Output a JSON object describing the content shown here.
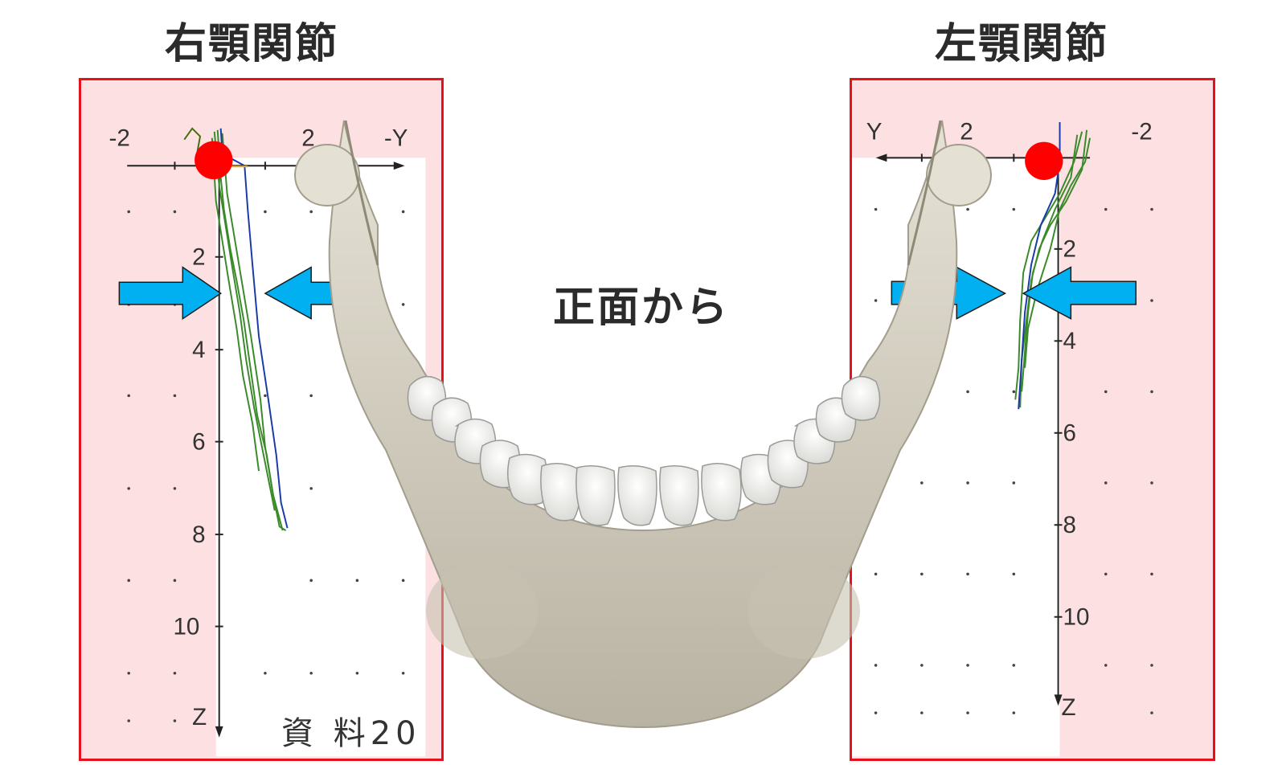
{
  "titles": {
    "right_joint": "右顎関節",
    "left_joint": "左顎関節"
  },
  "center_label": "正面から",
  "source_label": "資 料20",
  "right_panel": {
    "x_ticks": [
      "-2",
      "2",
      "-Y"
    ],
    "z_ticks": [
      "2",
      "4",
      "6",
      "8",
      "10",
      "Z"
    ]
  },
  "left_panel": {
    "x_ticks": [
      "Y",
      "2",
      "-2"
    ],
    "z_ticks": [
      "2",
      "4",
      "6",
      "8",
      "10",
      "Z"
    ]
  },
  "colors": {
    "panel_border": "#e8101a",
    "panel_fill": "#fde1e2",
    "marker": "#ff0000",
    "arrow": "#00b0f0",
    "trace_green": "#3a8a2a",
    "trace_blue": "#1a3aa8",
    "bone": "#d8d4c8",
    "tooth": "#f4f4f2"
  }
}
